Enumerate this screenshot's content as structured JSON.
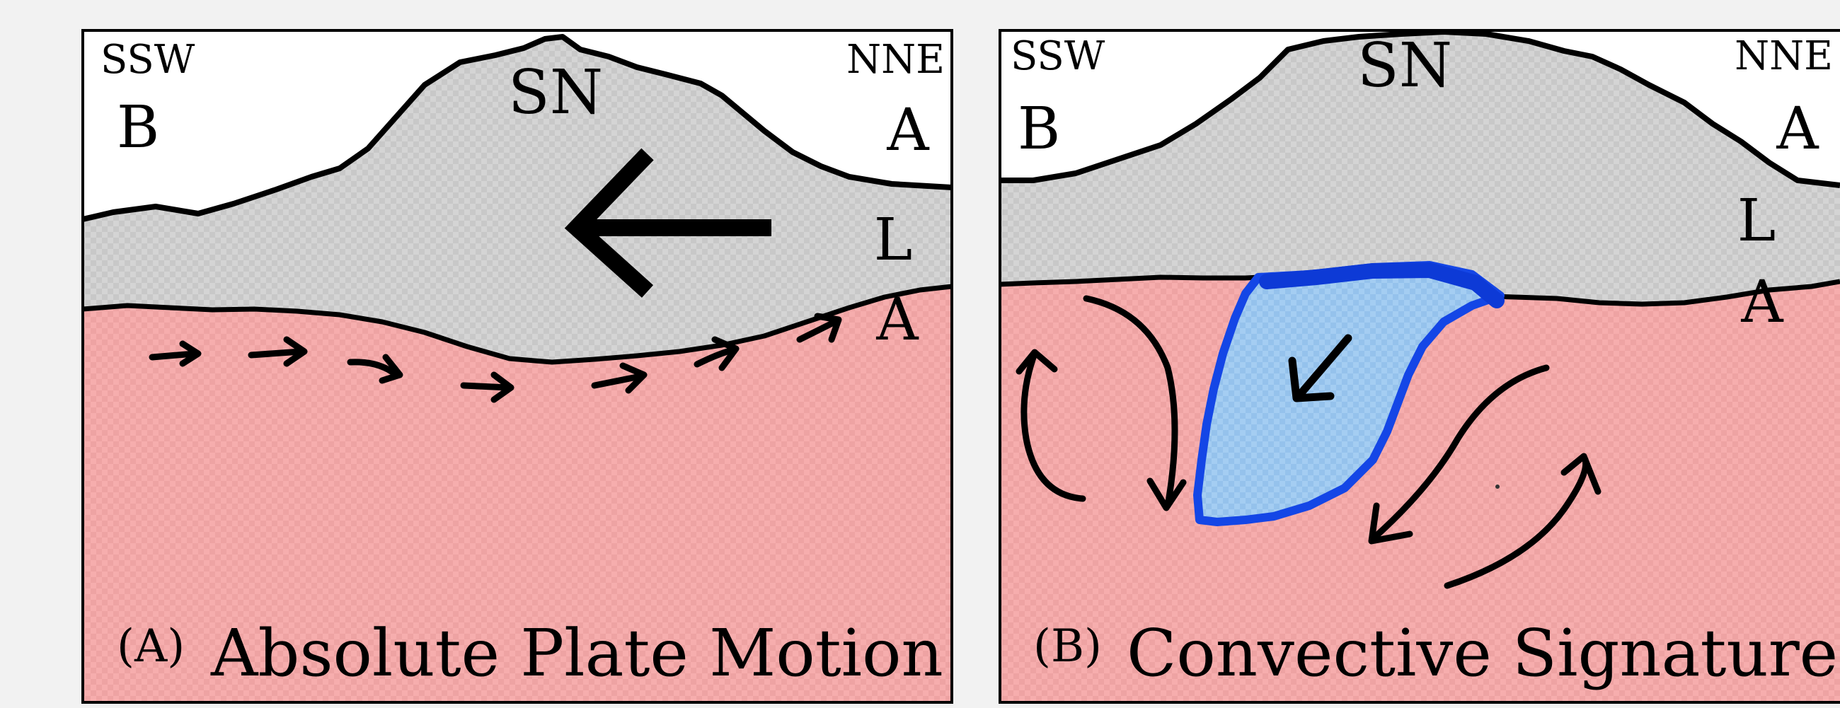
{
  "panels": {
    "a": {
      "caption_letter": "(A)",
      "caption_title": "Absolute Plate Motion",
      "label_left_dir": "SSW",
      "label_right_dir": "NNE",
      "label_left_region": "B",
      "label_sn": "SN",
      "label_a_top": "A",
      "label_l": "L",
      "label_a_bottom": "A"
    },
    "b": {
      "caption_letter": "(B)",
      "caption_title": "Convective Signature",
      "label_left_dir": "SSW",
      "label_right_dir": "NNE",
      "label_left_region": "B",
      "label_sn": "SN",
      "label_a_top": "A",
      "label_l": "L",
      "label_a_bottom": "A"
    }
  },
  "colors": {
    "lithosphere": "#d2d2d2",
    "mantle": "#f4a9a9",
    "anomaly_fill": "#9ec8ef",
    "anomaly_outline": "#1446e6",
    "ink": "#000000",
    "sky": "#ffffff"
  }
}
